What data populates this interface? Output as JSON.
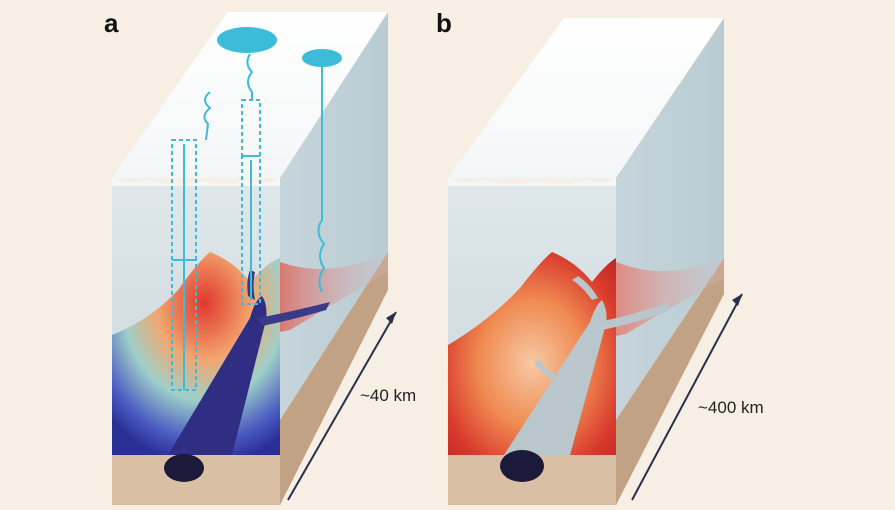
{
  "panels": [
    {
      "id": "a",
      "label": "a",
      "scale_label": "~40 km"
    },
    {
      "id": "b",
      "label": "b",
      "scale_label": "~400 km"
    }
  ],
  "colors": {
    "background": "#f7efe3",
    "snow": "#ffffff",
    "ice_front": "#cdd9de",
    "ice_side": "#c3d2d9",
    "bedrock_front": "#d9bfa3",
    "bedrock_side": "#c2a284",
    "plume_hot": "#d9302a",
    "plume_orange": "#f1a86a",
    "plume_cold": "#2a3a9a",
    "conduit_dark": "#2f2e82",
    "conduit_pale": "#b9c6cc",
    "ocean_core": "#1b1a3a",
    "water_cyan": "#3cbcd8",
    "arrow": "#2b2f4a"
  }
}
